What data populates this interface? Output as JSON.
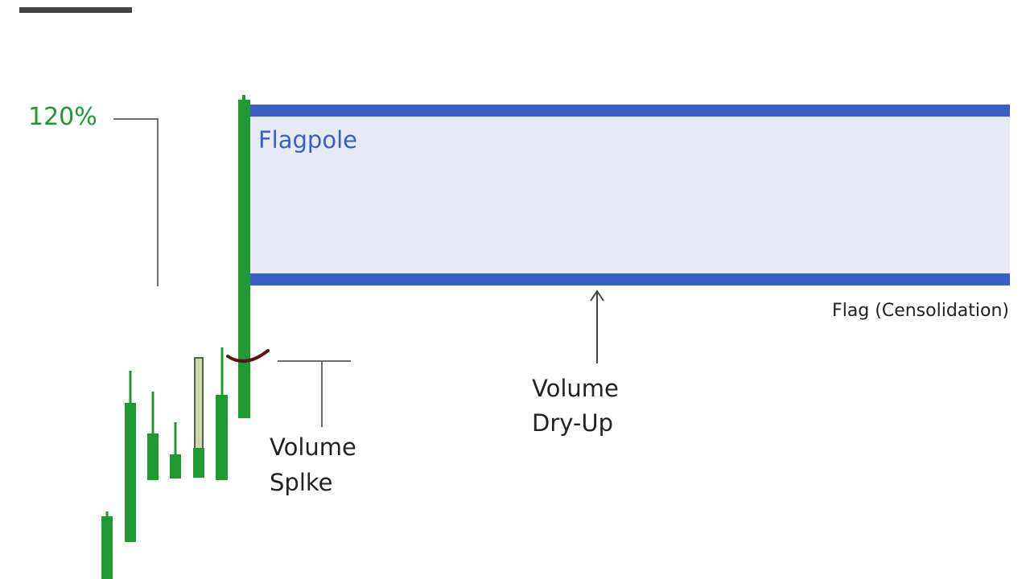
{
  "labels": {
    "percent": "120%",
    "flagpole": "Flagpole",
    "flag": "Flag (Censolidation)",
    "volume_spike_line1": "Volume",
    "volume_spike_line2": "Splke",
    "volume_dryup_line1": "Volume",
    "volume_dryup_line2": "Dry-Up"
  },
  "colors": {
    "candle_green": "#1f9a33",
    "percent_green": "#1f9a33",
    "flag_blue": "#3a5fc4",
    "flag_fill": "#e7e9f6",
    "annotation_gray": "#6b6b6b",
    "text_dark": "#222222",
    "doji_fill": "#cdd7b0",
    "curve_dark_red": "#5a1414"
  },
  "icons": {
    "flag_arrow": "up-arrow-icon"
  }
}
